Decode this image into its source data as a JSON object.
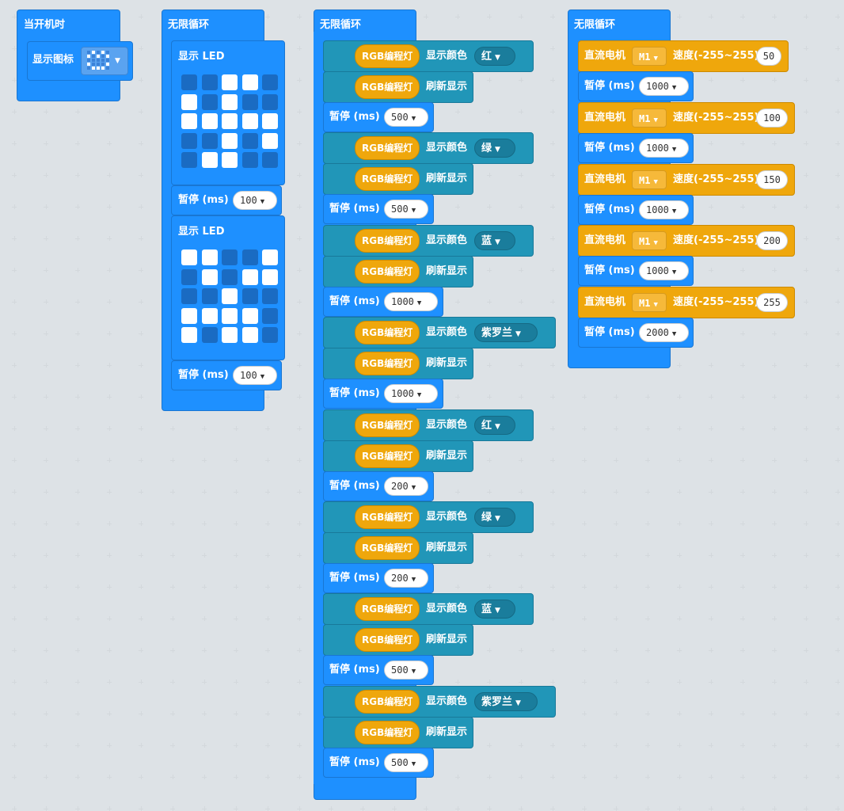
{
  "on_start": {
    "title": "当开机时",
    "show_icon_label": "显示图标"
  },
  "loop1": {
    "title": "无限循环",
    "show_led_label": "显示 LED",
    "pause_label": "暂停 (ms)",
    "pause1": "100",
    "pause2": "100",
    "matrix1": [
      [
        0,
        0,
        1,
        1,
        0
      ],
      [
        1,
        0,
        1,
        0,
        0
      ],
      [
        1,
        1,
        1,
        1,
        1
      ],
      [
        0,
        0,
        1,
        0,
        1
      ],
      [
        0,
        1,
        1,
        0,
        0
      ]
    ],
    "matrix2": [
      [
        1,
        1,
        0,
        0,
        1
      ],
      [
        0,
        1,
        0,
        1,
        1
      ],
      [
        0,
        0,
        1,
        0,
        0
      ],
      [
        1,
        1,
        1,
        1,
        0
      ],
      [
        1,
        0,
        1,
        1,
        0
      ]
    ]
  },
  "loop2": {
    "title": "无限循环",
    "rgb_label": "RGB编程灯",
    "show_color_label": "显示颜色",
    "refresh_label": "刷新显示",
    "pause_label": "暂停 (ms)",
    "colors": [
      "红",
      "绿",
      "蓝",
      "紫罗兰",
      "红",
      "绿",
      "蓝",
      "紫罗兰"
    ],
    "pauses": [
      "500",
      "500",
      "1000",
      "1000",
      "200",
      "200",
      "500",
      "500"
    ]
  },
  "loop3": {
    "title": "无限循环",
    "motor_label": "直流电机",
    "motor_select": "M1",
    "speed_label": "速度(-255~255)",
    "pause_label": "暂停 (ms)",
    "speeds": [
      "50",
      "100",
      "150",
      "200",
      "255"
    ],
    "pauses": [
      "1000",
      "1000",
      "1000",
      "1000",
      "2000"
    ]
  }
}
